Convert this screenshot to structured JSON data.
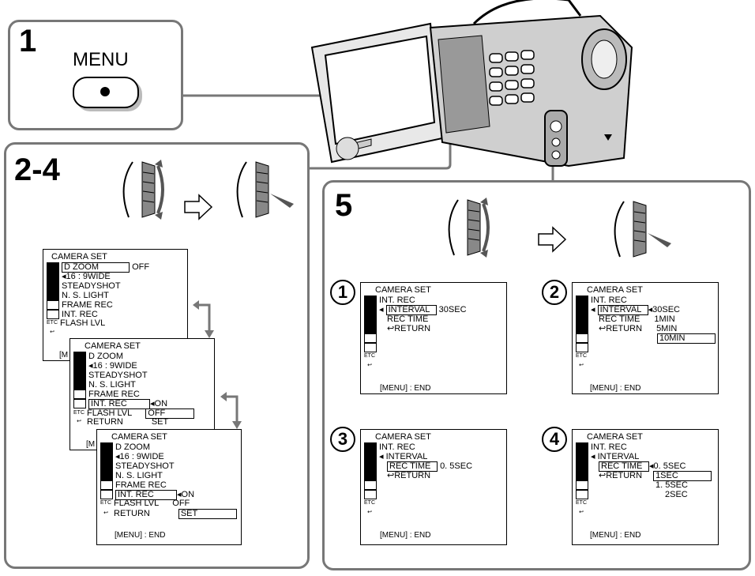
{
  "steps": {
    "s1": "1",
    "s24": "2-4",
    "s5": "5"
  },
  "menu_button": {
    "label": "MENU"
  },
  "screen_a": {
    "title": "CAMERA SET",
    "items": [
      "D ZOOM",
      "16 : 9WIDE",
      "STEADYSHOT",
      "N. S. LIGHT",
      "FRAME REC",
      "INT. REC",
      "FLASH LVL"
    ],
    "dzoom_value": "OFF",
    "end": "[M"
  },
  "screen_b": {
    "title": "CAMERA SET",
    "items": [
      "D ZOOM",
      "16 : 9WIDE",
      "STEADYSHOT",
      "N. S. LIGHT",
      "FRAME REC",
      "INT. REC",
      "FLASH LVL",
      "RETURN"
    ],
    "options": [
      "ON",
      "OFF",
      "SET"
    ],
    "end": "[M"
  },
  "screen_c": {
    "title": "CAMERA SET",
    "items": [
      "D ZOOM",
      "16 : 9WIDE",
      "STEADYSHOT",
      "N. S. LIGHT",
      "FRAME REC",
      "INT. REC",
      "FLASH LVL",
      "RETURN"
    ],
    "options": [
      "ON",
      "OFF",
      "SET"
    ],
    "end": "[MENU] : END"
  },
  "sub1": {
    "num": "1",
    "title": "CAMERA SET",
    "head": "INT. REC",
    "items": [
      "INTERVAL",
      "REC TIME",
      "RETURN"
    ],
    "value": "30SEC",
    "end": "[MENU] : END"
  },
  "sub2": {
    "num": "2",
    "title": "CAMERA SET",
    "head": "INT. REC",
    "items": [
      "INTERVAL",
      "REC TIME",
      "RETURN"
    ],
    "options": [
      "30SEC",
      "1MIN",
      "5MIN",
      "10MIN"
    ],
    "end": "[MENU] : END"
  },
  "sub3": {
    "num": "3",
    "title": "CAMERA SET",
    "head": "INT. REC",
    "items": [
      "INTERVAL",
      "REC TIME",
      "RETURN"
    ],
    "value": "0. 5SEC",
    "end": "[MENU] : END"
  },
  "sub4": {
    "num": "4",
    "title": "CAMERA SET",
    "head": "INT. REC",
    "items": [
      "INTERVAL",
      "REC TIME",
      "RETURN"
    ],
    "options": [
      "0. 5SEC",
      "1SEC",
      "1. 5SEC",
      "2SEC"
    ],
    "end": "[MENU] : END"
  },
  "icons": [
    "mem-icon",
    "camera-set-icon",
    "vcr-icon",
    "lcd-icon",
    "tape-icon",
    "setup-icon",
    "etc-icon",
    "return-icon"
  ],
  "icon_glyphs": {
    "etc": "ETC",
    "ret": "↩",
    "arrow": "◂"
  }
}
